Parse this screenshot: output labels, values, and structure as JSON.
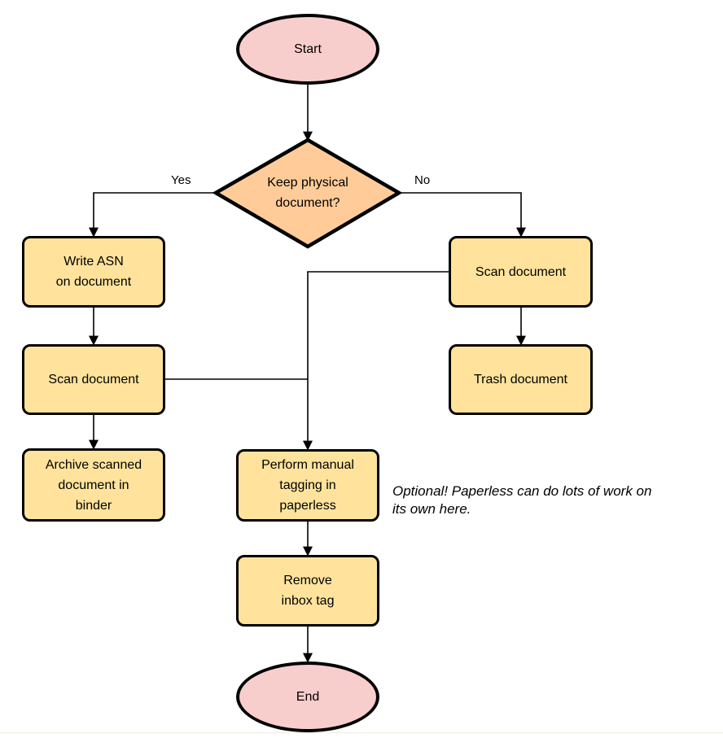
{
  "diagram": {
    "type": "flowchart",
    "nodes": {
      "start": {
        "label": "Start",
        "shape": "ellipse",
        "fill": "#F8CECC"
      },
      "decision": {
        "lines": [
          "Keep physical",
          "document?"
        ],
        "shape": "diamond",
        "fill": "#FFCC99"
      },
      "write_asn": {
        "lines": [
          "Write ASN",
          "on document"
        ],
        "shape": "rounded-rect",
        "fill": "#FFE39C"
      },
      "scan_left": {
        "label": "Scan document",
        "shape": "rounded-rect",
        "fill": "#FFE39C"
      },
      "archive": {
        "lines": [
          "Archive scanned",
          "document in",
          "binder"
        ],
        "shape": "rounded-rect",
        "fill": "#FFE39C"
      },
      "scan_right": {
        "label": "Scan document",
        "shape": "rounded-rect",
        "fill": "#FFE39C"
      },
      "trash": {
        "label": "Trash document",
        "shape": "rounded-rect",
        "fill": "#FFE39C"
      },
      "tagging": {
        "lines": [
          "Perform manual",
          "tagging in",
          "paperless"
        ],
        "shape": "rounded-rect",
        "fill": "#FFE39C"
      },
      "remove_inbox": {
        "lines": [
          "Remove",
          "inbox tag"
        ],
        "shape": "rounded-rect",
        "fill": "#FFE39C"
      },
      "end": {
        "label": "End",
        "shape": "ellipse",
        "fill": "#F8CECC"
      }
    },
    "edges": [
      {
        "from": "start",
        "to": "decision",
        "label": ""
      },
      {
        "from": "decision",
        "to": "write_asn",
        "label": "Yes"
      },
      {
        "from": "decision",
        "to": "scan_right",
        "label": "No"
      },
      {
        "from": "write_asn",
        "to": "scan_left",
        "label": ""
      },
      {
        "from": "scan_left",
        "to": "archive",
        "label": ""
      },
      {
        "from": "scan_right",
        "to": "trash",
        "label": ""
      },
      {
        "from": "scan_right",
        "to": "tagging",
        "label": ""
      },
      {
        "from": "scan_left",
        "to": "tagging",
        "label": ""
      },
      {
        "from": "tagging",
        "to": "remove_inbox",
        "label": ""
      },
      {
        "from": "remove_inbox",
        "to": "end",
        "label": ""
      }
    ],
    "edge_labels": {
      "yes": "Yes",
      "no": "No"
    },
    "annotation": {
      "lines": [
        "Optional! Paperless can do lots of work on",
        "its own here."
      ]
    },
    "colors": {
      "terminal_fill": "#F8CECC",
      "decision_fill": "#FFCC99",
      "process_fill": "#FFE39C",
      "stroke": "#000000",
      "background": "#FFFFFF"
    }
  }
}
